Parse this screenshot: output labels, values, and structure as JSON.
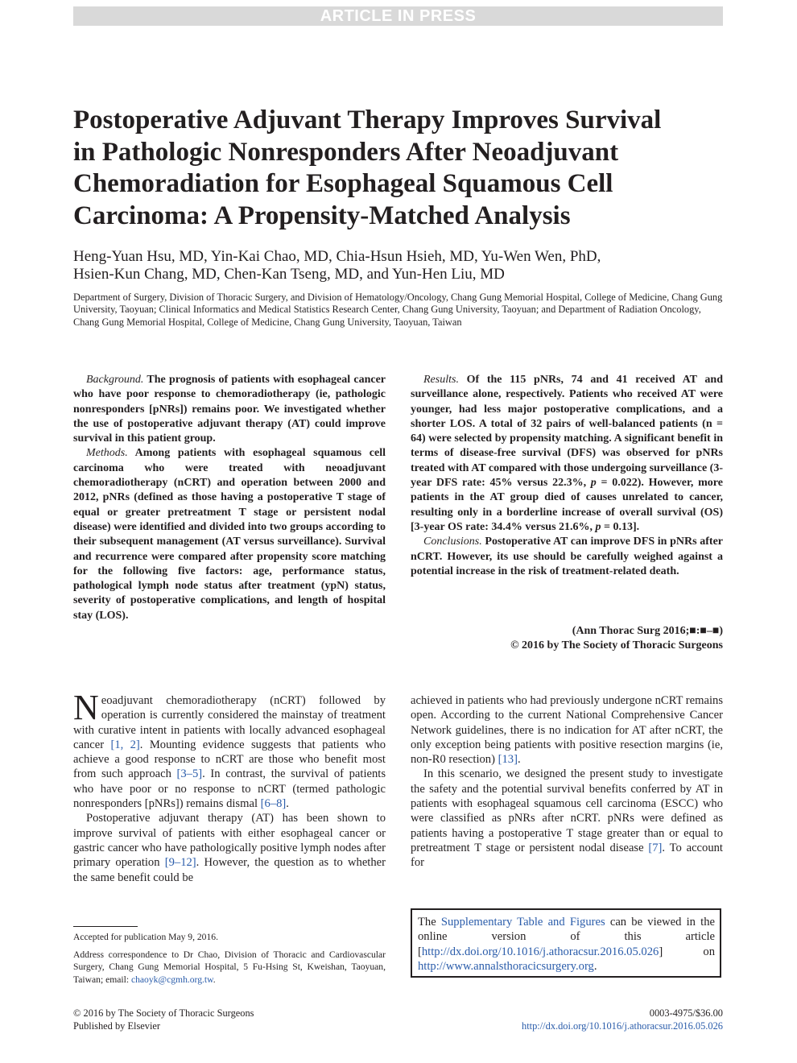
{
  "header": {
    "banner": "ARTICLE IN PRESS"
  },
  "title_lines": [
    "Postoperative Adjuvant Therapy Improves Survival",
    "in Pathologic Nonresponders After Neoadjuvant",
    "Chemoradiation for Esophageal Squamous Cell",
    "Carcinoma: A Propensity-Matched Analysis"
  ],
  "authors_lines": [
    "Heng-Yuan Hsu, MD, Yin-Kai Chao, MD, Chia-Hsun Hsieh, MD, Yu-Wen Wen, PhD,",
    "Hsien-Kun Chang, MD, Chen-Kan Tseng, MD, and Yun-Hen Liu, MD"
  ],
  "affiliation": "Department of Surgery, Division of Thoracic Surgery, and Division of Hematology/Oncology, Chang Gung Memorial Hospital, College of Medicine, Chang Gung University, Taoyuan; Clinical Informatics and Medical Statistics Research Center, Chang Gung University, Taoyuan; and Department of Radiation Oncology, Chang Gung Memorial Hospital, College of Medicine, Chang Gung University, Taoyuan, Taiwan",
  "abstract": {
    "background_label": "Background.",
    "background_text": "The prognosis of patients with esophageal cancer who have poor response to chemoradiotherapy (ie, pathologic nonresponders [pNRs]) remains poor. We investigated whether the use of postoperative adjuvant therapy (AT) could improve survival in this patient group.",
    "methods_label": "Methods.",
    "methods_text": "Among patients with esophageal squamous cell carcinoma who were treated with neoadjuvant chemoradiotherapy (nCRT) and operation between 2000 and 2012, pNRs (defined as those having a postoperative T stage of equal or greater pretreatment T stage or persistent nodal disease) were identified and divided into two groups according to their subsequent management (AT versus surveillance). Survival and recurrence were compared after propensity score matching for the following five factors: age, performance status, pathological lymph node status after treatment (ypN) status, severity of postoperative complications, and length of hospital stay (LOS).",
    "results_label": "Results.",
    "results_text_1": "Of the 115 pNRs, 74 and 41 received AT and surveillance alone, respectively. Patients who received AT were younger, had less major postoperative complications, and a shorter LOS. A total of 32 pairs of well-balanced patients (n = 64) were selected by propensity matching. A significant benefit in terms of disease-free survival (DFS) was observed for pNRs treated with AT compared with those undergoing surveillance (3-year DFS rate: 45% versus 22.3%, ",
    "results_p1": "p",
    "results_text_2": " = 0.022). However, more patients in the AT group died of causes unrelated to cancer, resulting only in a borderline increase of overall survival (OS) [3-year OS rate: 34.4% versus 21.6%, ",
    "results_p2": "p",
    "results_text_3": " = 0.13].",
    "conclusions_label": "Conclusions.",
    "conclusions_text": "Postoperative AT can improve DFS in pNRs after nCRT. However, its use should be carefully weighed against a potential increase in the risk of treatment-related death."
  },
  "citation": {
    "journal": "(Ann Thorac Surg 2016;■:■–■)",
    "copyright": "© 2016 by The Society of Thoracic Surgeons"
  },
  "body_left": {
    "dropcap": "N",
    "p1_a": "eoadjuvant chemoradiotherapy (nCRT) followed by operation is currently considered the mainstay of treatment with curative intent in patients with locally advanced esophageal cancer ",
    "p1_ref1": "[1, 2]",
    "p1_b": ". Mounting evidence suggests that patients who achieve a good response to nCRT are those who benefit most from such approach ",
    "p1_ref2": "[3–5]",
    "p1_c": ". In contrast, the survival of patients who have poor or no response to nCRT (termed pathologic nonresponders [pNRs]) remains dismal ",
    "p1_ref3": "[6–8]",
    "p1_d": ".",
    "p2_a": "Postoperative adjuvant therapy (AT) has been shown to improve survival of patients with either esophageal cancer or gastric cancer who have pathologically positive lymph nodes after primary operation ",
    "p2_ref1": "[9–12]",
    "p2_b": ". However, the question as to whether the same benefit could be"
  },
  "body_right": {
    "p1_a": "achieved in patients who had previously undergone nCRT remains open. According to the current National Comprehensive Cancer Network guidelines, there is no indication for AT after nCRT, the only exception being patients with positive resection margins (ie, non-R0 resection) ",
    "p1_ref1": "[13]",
    "p1_b": ".",
    "p2_a": "In this scenario, we designed the present study to investigate the safety and the potential survival benefits conferred by AT in patients with esophageal squamous cell carcinoma (ESCC) who were classified as pNRs after nCRT. pNRs were defined as patients having a postoperative T stage greater than or equal to pretreatment T stage or persistent nodal disease ",
    "p2_ref1": "[7]",
    "p2_b": ". To account for"
  },
  "supplementary": {
    "a": "The ",
    "link1": "Supplementary Table and Figures",
    "b": " can be viewed in the online version of this article [",
    "link2": "http://dx.doi.org/10.1016/j.athoracsur.2016.05.026",
    "c": "] on ",
    "link3": "http://www.annalsthoracicsurgery.org",
    "d": "."
  },
  "footnotes": {
    "accepted": "Accepted for publication May 9, 2016.",
    "address_a": "Address correspondence to Dr Chao, Division of Thoracic and Cardiovascular Surgery, Chang Gung Memorial Hospital, 5 Fu-Hsing St, Kweishan, Taoyuan, Taiwan; email: ",
    "email": "chaoyk@cgmh.org.tw",
    "address_b": "."
  },
  "footer": {
    "copyright": "© 2016 by The Society of Thoracic Surgeons",
    "publisher": "Published by Elsevier",
    "issn": "0003-4975/$36.00",
    "doi": "http://dx.doi.org/10.1016/j.athoracsur.2016.05.026"
  }
}
